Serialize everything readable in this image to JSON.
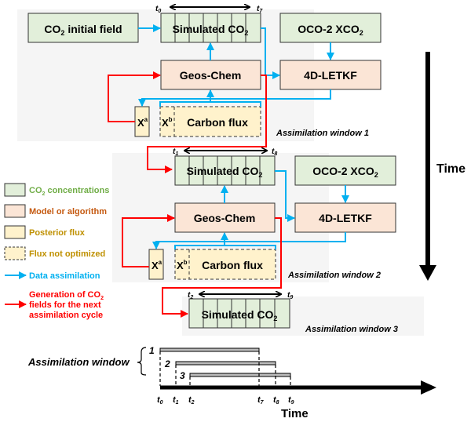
{
  "colors": {
    "co2_fill": "#e2efda",
    "model_fill": "#fbe5d6",
    "flux_fill": "#fff2cc",
    "window_bg": "#f5f5f5",
    "blue_arrow": "#00b0f0",
    "red_arrow": "#ff0000",
    "legend_green": "#70ad47",
    "legend_orange": "#c55a11",
    "legend_gold": "#bf9000"
  },
  "windows": [
    {
      "label": "Assimilation window 1",
      "initial_field": {
        "main": "CO",
        "sub": "2",
        "rest": " initial field"
      },
      "simulated": {
        "main": "Simulated CO",
        "sub": "2",
        "t_start": "t",
        "t_start_sub": "0",
        "t_end": "t",
        "t_end_sub": "7"
      },
      "obs": {
        "main": "OCO-2 XCO",
        "sub": "2"
      },
      "model": "Geos-Chem",
      "filter": "4D-LETKF",
      "xa": {
        "main": "X",
        "sup": "a"
      },
      "xb": {
        "main": "X",
        "sup": "b"
      },
      "flux": "Carbon flux"
    },
    {
      "label": "Assimilation window 2",
      "simulated": {
        "main": "Simulated CO",
        "sub": "2",
        "t_start": "t",
        "t_start_sub": "1",
        "t_end": "t",
        "t_end_sub": "8"
      },
      "obs": {
        "main": "OCO-2 XCO",
        "sub": "2"
      },
      "model": "Geos-Chem",
      "filter": "4D-LETKF",
      "xa": {
        "main": "X",
        "sup": "a"
      },
      "xb": {
        "main": "X",
        "sup": "b"
      },
      "flux": "Carbon flux"
    },
    {
      "label": "Assimilation window 3",
      "simulated": {
        "main": "Simulated CO",
        "sub": "2",
        "t_start": "t",
        "t_start_sub": "2",
        "t_end": "t",
        "t_end_sub": "9"
      }
    }
  ],
  "time_arrow_label": "Time",
  "legend": [
    {
      "main": "CO",
      "sub": "2",
      "rest": " concentrations",
      "kind": "co2"
    },
    {
      "main": "Model or algorithm",
      "kind": "model"
    },
    {
      "main": "Posterior flux",
      "kind": "flux"
    },
    {
      "main": "Flux not optimized",
      "kind": "flux-dashed"
    },
    {
      "main": "Data assimilation",
      "kind": "blue-arrow"
    },
    {
      "line1_main": "Generation of CO",
      "line1_sub": "2",
      "line2": "fields for the next",
      "line3": "assimilation cycle",
      "kind": "red-arrow"
    }
  ],
  "timeline": {
    "label": "Assimilation window",
    "windows": [
      "1",
      "2",
      "3"
    ],
    "start_ticks": [
      {
        "t": "t",
        "sub": "0"
      },
      {
        "t": "t",
        "sub": "1"
      },
      {
        "t": "t",
        "sub": "2"
      }
    ],
    "end_ticks": [
      {
        "t": "t",
        "sub": "7"
      },
      {
        "t": "t",
        "sub": "8"
      },
      {
        "t": "t",
        "sub": "9"
      }
    ],
    "axis_label": "Time"
  }
}
